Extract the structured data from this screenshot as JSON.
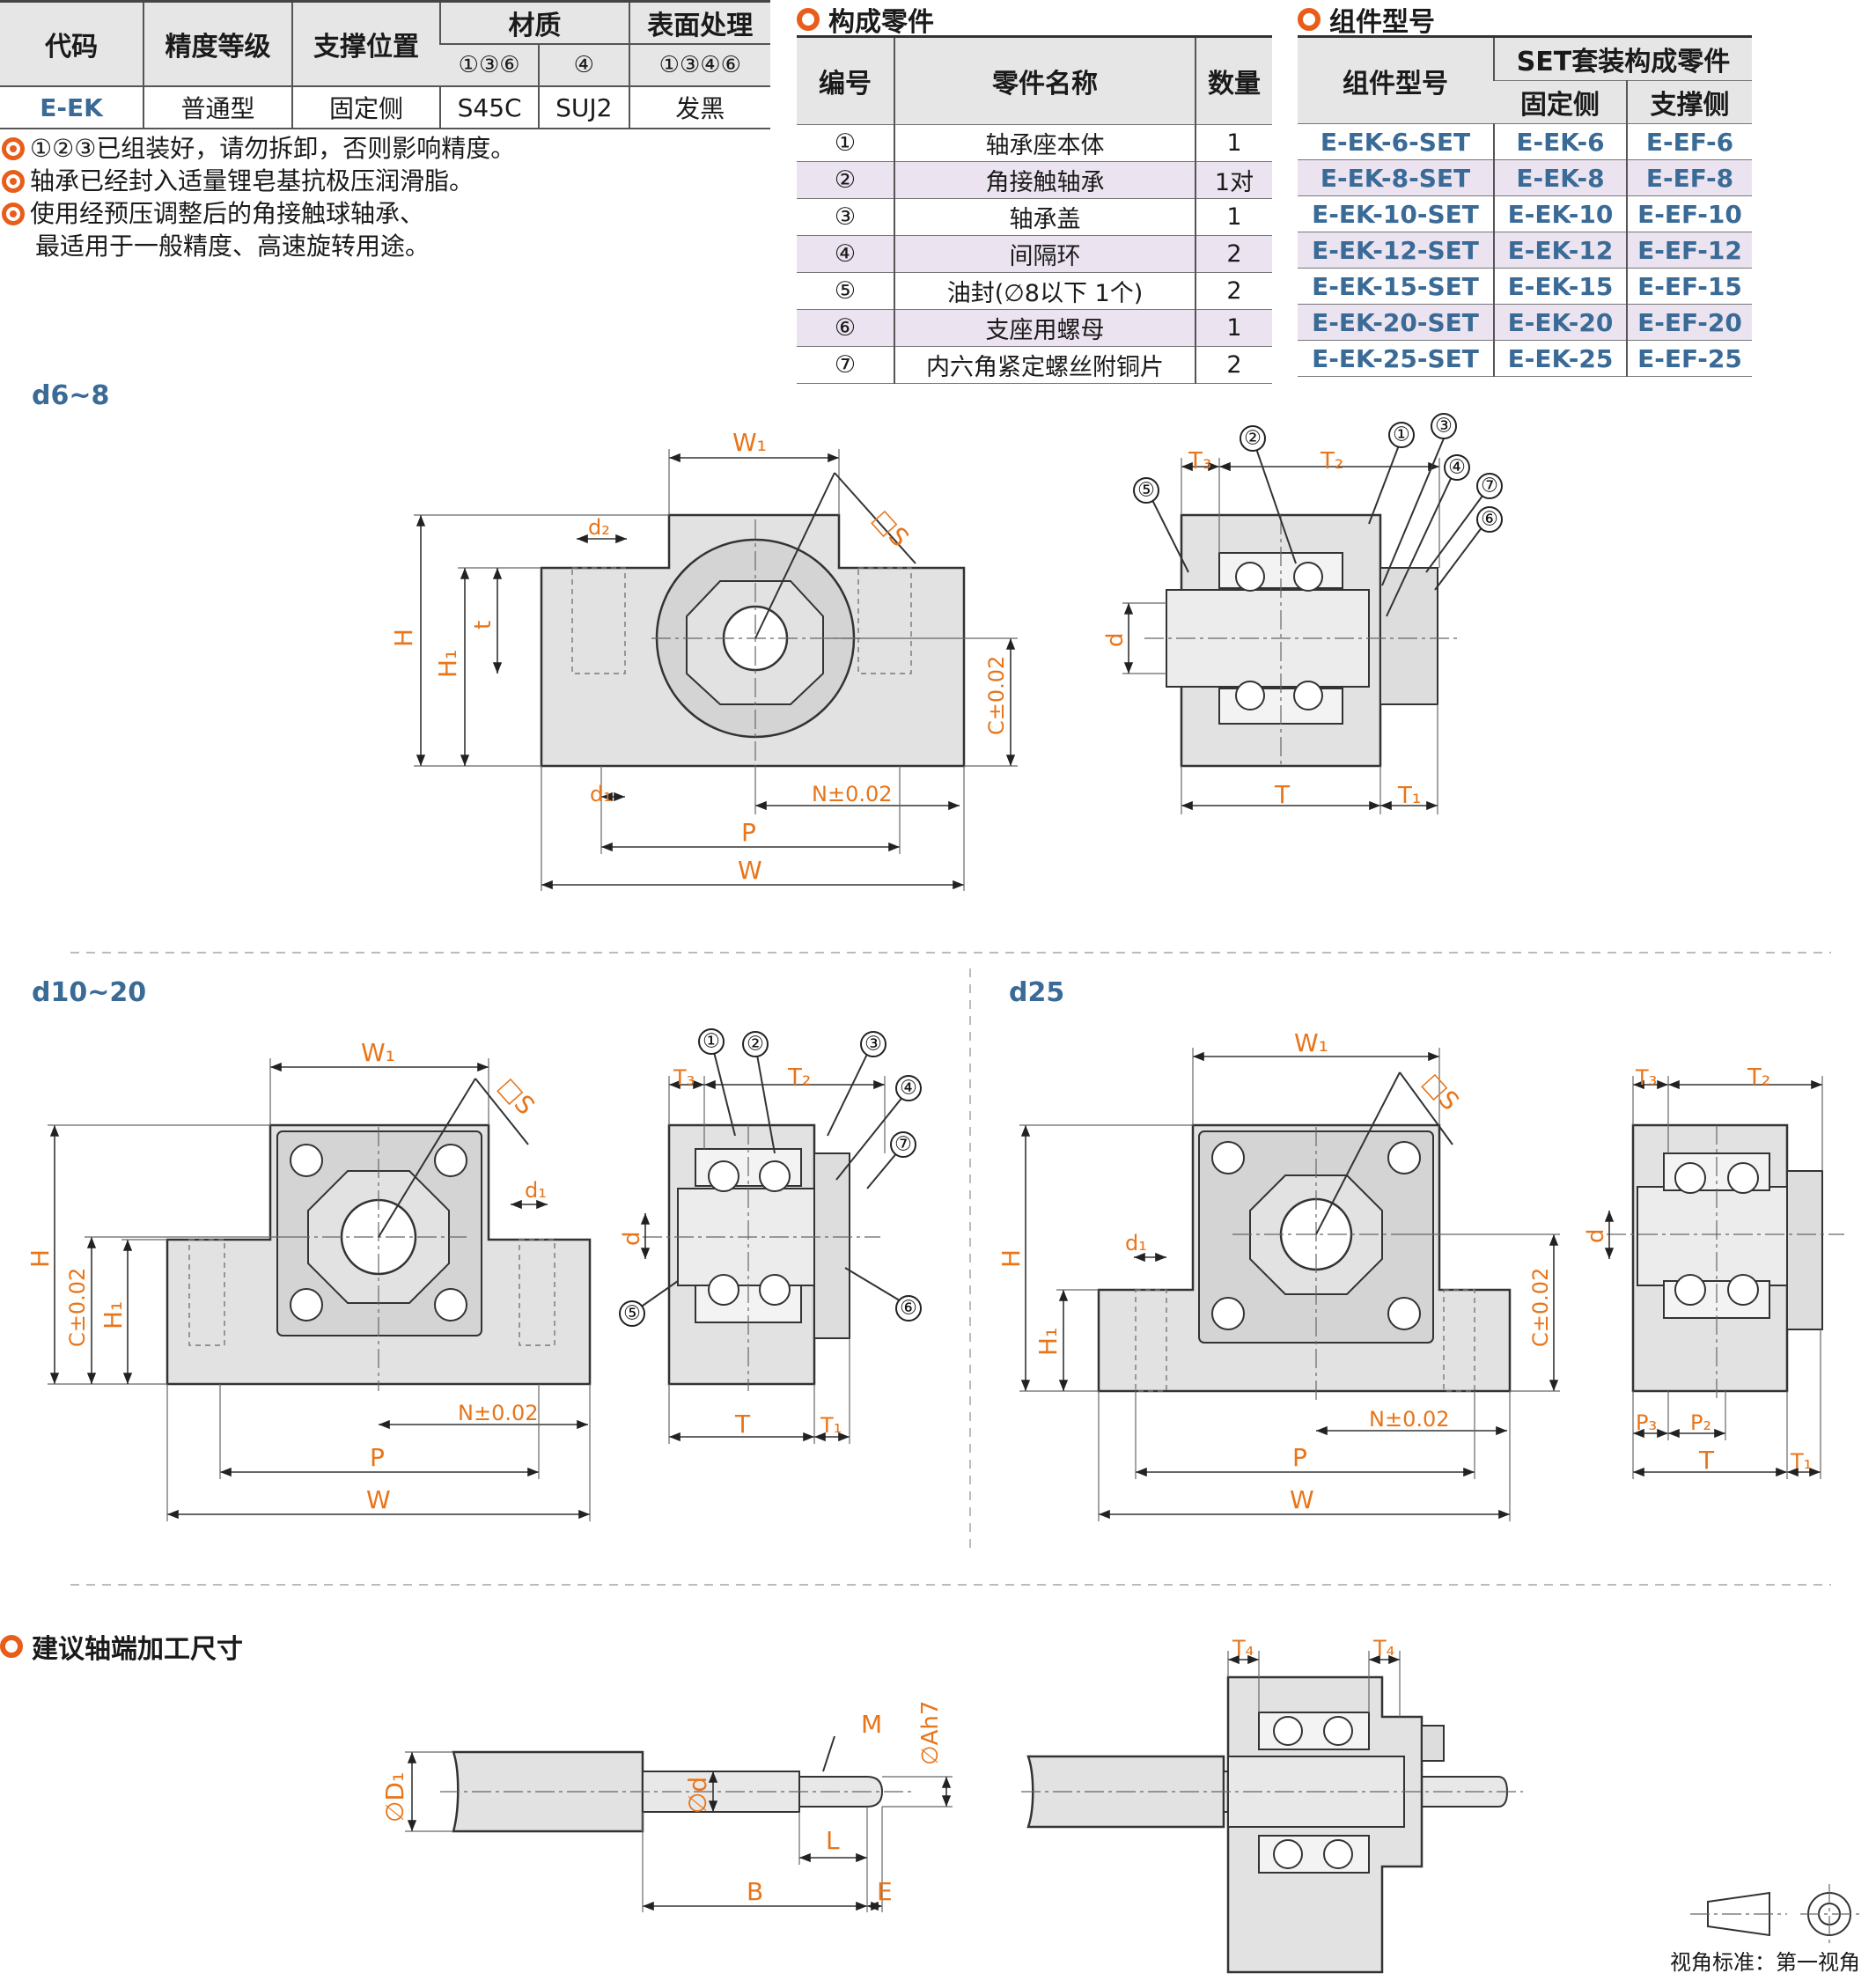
{
  "spec_table": {
    "headers": [
      "代码",
      "精度等级",
      "支撑位置",
      "材质",
      "表面处理"
    ],
    "material_subheaders": [
      "①③⑥",
      "④"
    ],
    "surface_subheader": "①③④⑥",
    "row": {
      "code": "E-EK",
      "precision": "普通型",
      "position": "固定侧",
      "material_a": "S45C",
      "material_b": "SUJ2",
      "surface": "发黑"
    }
  },
  "notes": [
    "①②③已组装好，请勿拆卸，否则影响精度。",
    "轴承已经封入适量锂皂基抗极压润滑脂。",
    "使用经预压调整后的角接触球轴承、",
    "最适用于一般精度、高速旋转用途。"
  ],
  "parts_section": {
    "title": "构成零件",
    "headers": [
      "编号",
      "零件名称",
      "数量"
    ],
    "rows": [
      {
        "no": "①",
        "name": "轴承座本体",
        "qty": "1"
      },
      {
        "no": "②",
        "name": "角接触轴承",
        "qty": "1对"
      },
      {
        "no": "③",
        "name": "轴承盖",
        "qty": "1"
      },
      {
        "no": "④",
        "name": "间隔环",
        "qty": "2"
      },
      {
        "no": "⑤",
        "name": "油封(∅8以下 1个)",
        "qty": "2"
      },
      {
        "no": "⑥",
        "name": "支座用螺母",
        "qty": "1"
      },
      {
        "no": "⑦",
        "name": "内六角紧定螺丝附铜片",
        "qty": "2"
      }
    ]
  },
  "models_section": {
    "title": "组件型号",
    "headers": [
      "组件型号",
      "SET套装构成零件",
      "固定侧",
      "支撑侧"
    ],
    "rows": [
      {
        "set": "E-EK-6-SET",
        "fixed": "E-EK-6",
        "support": "E-EF-6"
      },
      {
        "set": "E-EK-8-SET",
        "fixed": "E-EK-8",
        "support": "E-EF-8"
      },
      {
        "set": "E-EK-10-SET",
        "fixed": "E-EK-10",
        "support": "E-EF-10"
      },
      {
        "set": "E-EK-12-SET",
        "fixed": "E-EK-12",
        "support": "E-EF-12"
      },
      {
        "set": "E-EK-15-SET",
        "fixed": "E-EK-15",
        "support": "E-EF-15"
      },
      {
        "set": "E-EK-20-SET",
        "fixed": "E-EK-20",
        "support": "E-EF-20"
      },
      {
        "set": "E-EK-25-SET",
        "fixed": "E-EK-25",
        "support": "E-EF-25"
      }
    ]
  },
  "drawings": {
    "d6_8": "d6~8",
    "d10_20": "d10~20",
    "d25": "d25",
    "shaft_title": "建议轴端加工尺寸",
    "projection": "视角标准：第一视角"
  },
  "dims": {
    "W1": "W₁",
    "S": "□S",
    "d2": "d₂",
    "H": "H",
    "H1": "H₁",
    "t": "t",
    "C": "C±0.02",
    "d1": "d₁",
    "N": "N±0.02",
    "P": "P",
    "W": "W",
    "T": "T",
    "T1": "T₁",
    "T2": "T₂",
    "T3": "T₃",
    "d": "d",
    "P2": "P₂",
    "P3": "P₃",
    "D1": "∅D₁",
    "dd": "∅d",
    "A": "∅Ah7",
    "M": "M",
    "L": "L",
    "B": "B",
    "E": "E",
    "T4": "T₄"
  },
  "balloons": [
    "①",
    "②",
    "③",
    "④",
    "⑤",
    "⑥",
    "⑦"
  ],
  "colors": {
    "accent": "#e8751a",
    "brand": "#3a6a96",
    "row_alt": "#ebe3f0"
  }
}
